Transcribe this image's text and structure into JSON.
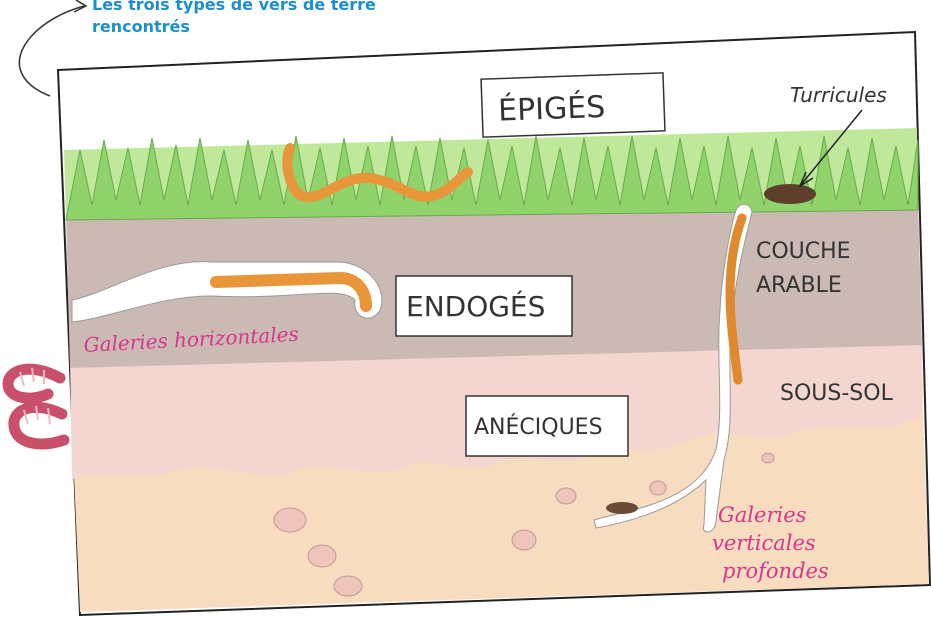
{
  "caption": {
    "line1": "Les trois types de vers de terre",
    "line2": "rencontrés"
  },
  "drawing": {
    "label_epiges": "ÉPIGÉS",
    "label_endoges": "ENDOGÉS",
    "label_aneciques": "ANÉCIQUES",
    "label_turricules": "Turricules",
    "label_couche": "COUCHE",
    "label_arable": "ARABLE",
    "label_sous_sol": "SOUS-SOL",
    "galeries_horizontales": "Galeries horizontales",
    "galeries_verticales_1": "Galeries",
    "galeries_verticales_2": "verticales",
    "galeries_verticales_3": "profondes"
  },
  "colors": {
    "caption": "#1a8fcc",
    "grass": "#8fd36a",
    "topsoil": "#c9b8b0",
    "subsoil": "#f3d6d0",
    "deep": "#f7dcc0",
    "worm": "#e9953a",
    "pink_text": "#d6378a",
    "decor_worm": "#c8506a"
  }
}
